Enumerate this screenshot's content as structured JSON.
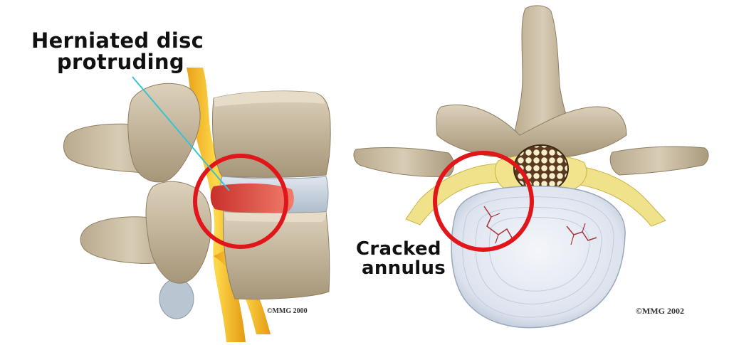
{
  "labels": {
    "herniated_line1": "Herniated disc",
    "herniated_line2": "protruding",
    "cracked_line1": "Cracked",
    "cracked_line2": "annulus"
  },
  "copyrights": {
    "left": "©MMG 2000",
    "right": "©MMG 2002"
  },
  "colors": {
    "bone": "#cdbfa6",
    "bone_shadow": "#9f8f72",
    "nerve": "#f2c232",
    "disc": "#c8d2dc",
    "herniation": "#d9403a",
    "highlight_circle": "#e0161b",
    "pointer_line": "#39c3cf",
    "spinal_cord": "#efe78f"
  },
  "icons": {
    "left": "lumbar-spine-side-view-illustration",
    "right": "vertebra-top-view-illustration"
  }
}
